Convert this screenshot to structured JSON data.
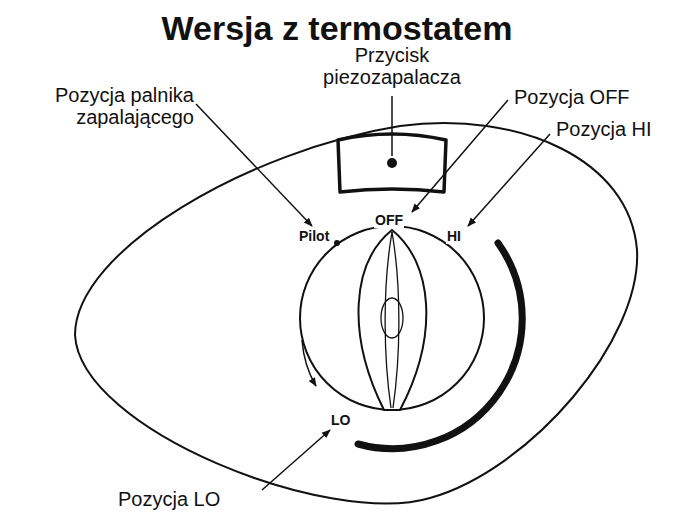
{
  "diagram": {
    "title": "Wersja z termostatem",
    "labels": [
      "Przycisk piezozapalacza",
      "Pozycja palnika zapalającego",
      "Pozycja OFF",
      "Pozycja HI",
      "Pilot",
      "OFF",
      "HI",
      "LO",
      "Pozycja LO"
    ]
  }
}
